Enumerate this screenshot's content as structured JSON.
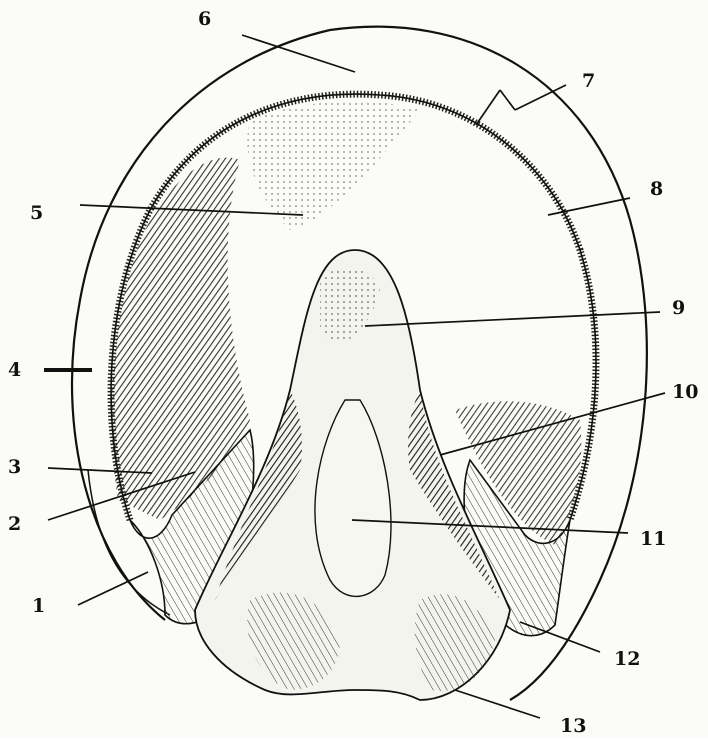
{
  "labels": [
    {
      "id": "1",
      "text": "1"
    },
    {
      "id": "2",
      "text": "2"
    },
    {
      "id": "3",
      "text": "3"
    },
    {
      "id": "4",
      "text": "4"
    },
    {
      "id": "5",
      "text": "5"
    },
    {
      "id": "6",
      "text": "6"
    },
    {
      "id": "7",
      "text": "7"
    },
    {
      "id": "8",
      "text": "8"
    },
    {
      "id": "9",
      "text": "9"
    },
    {
      "id": "10",
      "text": "10"
    },
    {
      "id": "11",
      "text": "11"
    },
    {
      "id": "12",
      "text": "12"
    },
    {
      "id": "13",
      "text": "13"
    }
  ],
  "colors": {
    "ink": "#111111",
    "shade": "#2a2a2a",
    "paper": "#fbfbf8"
  }
}
